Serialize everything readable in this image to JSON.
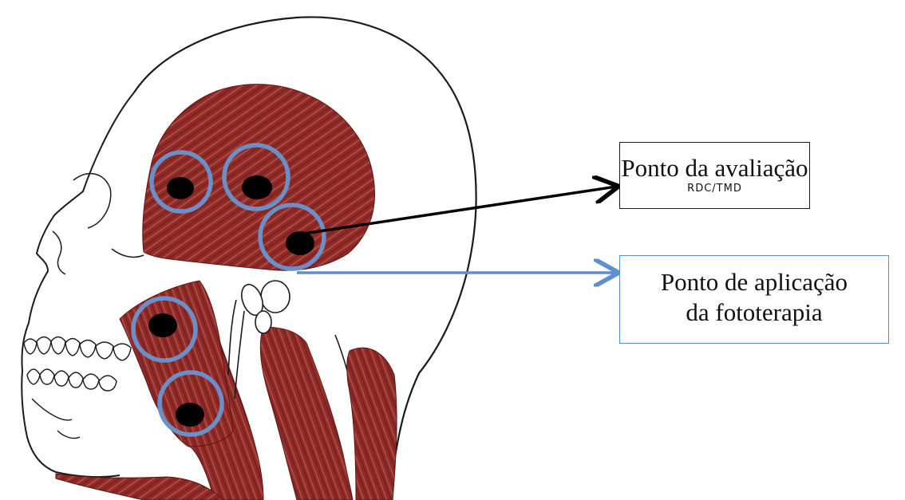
{
  "labels": {
    "evaluation_point": {
      "title": "Ponto da avaliação",
      "subtitle": "RDC/TMD"
    },
    "phototherapy_point": {
      "line1": "Ponto de aplicação",
      "line2": "da fototerapia"
    }
  },
  "colors": {
    "muscle": "#8f2a27",
    "muscle_stripe": "#c86a5e",
    "marker_ring": "#6a8fc9",
    "marker_dot": "#000000",
    "black_arrow": "#000000",
    "blue_arrow": "#5e8fcf",
    "eval_box_border": "#1a1a1a",
    "photo_box_border": "#5e8fcf"
  },
  "markers": [
    {
      "muscle": "temporalis",
      "ring": "blue",
      "dot": "black"
    },
    {
      "muscle": "temporalis",
      "ring": "blue",
      "dot": "black"
    },
    {
      "muscle": "temporalis",
      "ring": "blue",
      "dot": "black"
    },
    {
      "muscle": "masseter",
      "ring": "blue",
      "dot": "black"
    },
    {
      "muscle": "masseter",
      "ring": "blue",
      "dot": "black"
    }
  ]
}
